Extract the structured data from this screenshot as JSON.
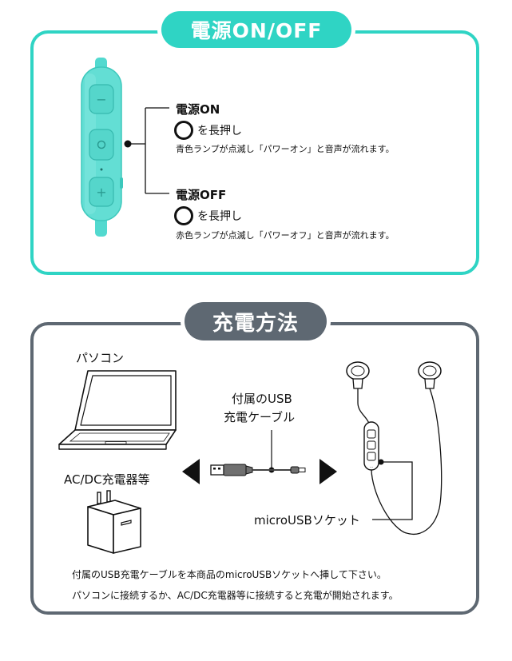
{
  "power_section": {
    "title": "電源ON/OFF",
    "on": {
      "heading": "電源ON",
      "action": "を長押し",
      "description": "青色ランプが点滅し「パワーオン」と音声が流れます。"
    },
    "off": {
      "heading": "電源OFF",
      "action": "を長押し",
      "description": "赤色ランプが点滅し「パワーオフ」と音声が流れます。"
    },
    "accent_color": "#2fd4c4"
  },
  "charge_section": {
    "title": "充電方法",
    "pc_label": "パソコン",
    "adapter_label": "AC/DC充電器等",
    "cable_label_line1": "付属のUSB",
    "cable_label_line2": "充電ケーブル",
    "socket_label": "microUSBソケット",
    "note_line1": "付属のUSB充電ケーブルを本商品のmicroUSBソケットへ挿して下さい。",
    "note_line2": "パソコンに接続するか、AC/DC充電器等に接続すると充電が開始されます。",
    "accent_color": "#5e6872"
  },
  "remote_buttons": {
    "minus": "−",
    "center": "○",
    "plus": "+"
  }
}
